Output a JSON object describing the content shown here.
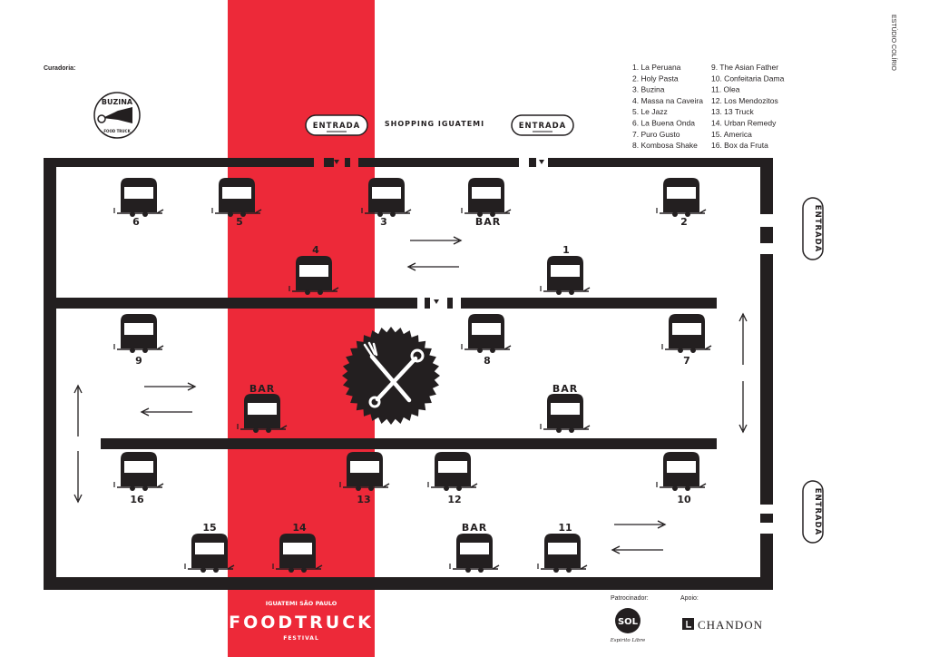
{
  "credits": {
    "curadoria_label": "Curadoria:",
    "studio_vertical": "ESTÚDIO COLÍRIO",
    "buzina_logo_top": "BUZINA",
    "buzina_logo_bottom": "FOOD TRUCK"
  },
  "header": {
    "mall": "SHOPPING IGUATEMI",
    "entrance_label": "ENTRADA"
  },
  "legend": {
    "col1": [
      "1. La Peruana",
      "2. Holy Pasta",
      "3. Buzina",
      "4. Massa na Caveira",
      "5. Le Jazz",
      "6. La Buena Onda",
      "7.  Puro Gusto",
      "8. Kombosa Shake"
    ],
    "col2": [
      "9. The Asian Father",
      "10. Confeitaria Dama",
      "11. Olea",
      "12. Los Mendozitos",
      "13. 13 Truck",
      "14. Urban Remedy",
      "15. America",
      "16. Box da Fruta"
    ]
  },
  "stalls": {
    "s6": "6",
    "s5": "5",
    "s3": "3",
    "bar1": "BAR",
    "s2": "2",
    "s4": "4",
    "s1": "1",
    "s9": "9",
    "s8": "8",
    "s7": "7",
    "bar2": "BAR",
    "bar3": "BAR",
    "s16": "16",
    "s13": "13",
    "s12": "12",
    "s10": "10",
    "s15": "15",
    "s14": "14",
    "bar4": "BAR",
    "s11": "11"
  },
  "footer": {
    "top_line": "IGUATEMI SÃO PAULO",
    "title": "FOODTRUCK",
    "sub_line": "FESTIVAL",
    "sponsor_label": "Patrocinador:",
    "support_label": "Apoio:",
    "sponsor_logo_text": "SOL",
    "sponsor_logo_script": "Espirito Libre",
    "support_logo": "CHANDON"
  },
  "colors": {
    "red_band": "#ed2939",
    "ink": "#231f20",
    "paper": "#ffffff"
  }
}
